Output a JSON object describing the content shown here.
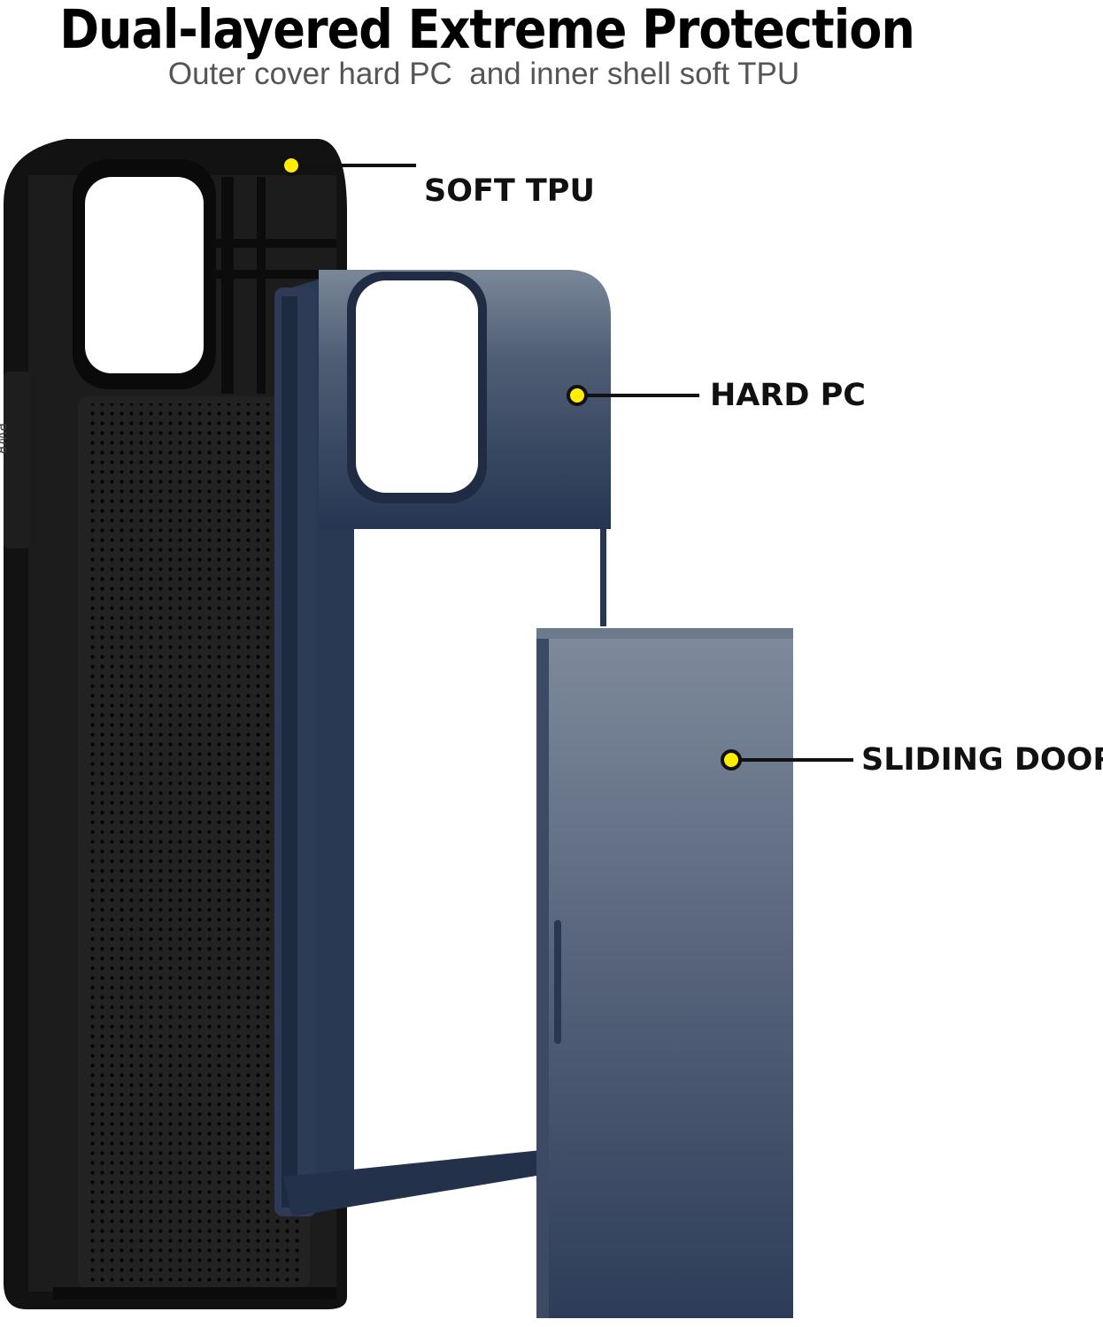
{
  "header": {
    "title": "Dual-layered Extreme Protection",
    "subtitle": "Outer cover hard PC  and inner shell soft TPU"
  },
  "callouts": [
    {
      "label": "SOFT TPU"
    },
    {
      "label": "HARD PC"
    },
    {
      "label": "SLIDING DOOR"
    }
  ],
  "case_marking": "PWR",
  "colors": {
    "inner_shell": "#151515",
    "outer_cover": "#2b3a55",
    "marker_dot": "#ffee00",
    "leader_line": "#111111"
  }
}
